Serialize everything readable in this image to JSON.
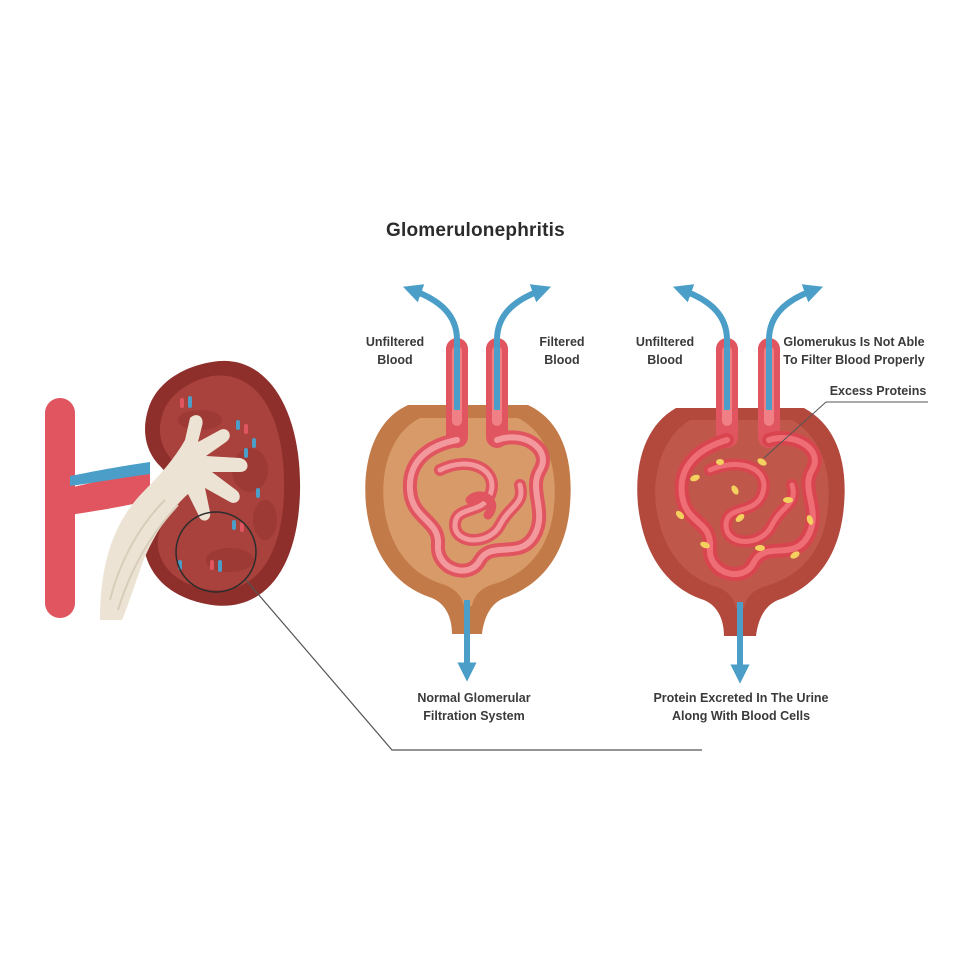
{
  "title": "Glomerulonephritis",
  "colors": {
    "artery": "#e0555f",
    "vessel_pink": "#f07f86",
    "vessel_dark": "#d9454f",
    "arrow_blue": "#4a9ec7",
    "kidney_outer": "#8e2f2c",
    "kidney_inner": "#a9413c",
    "pelvis": "#ece3d4",
    "capsule_normal": "#c17a48",
    "capsule_normal_inner": "#d99a6a",
    "capsule_diseased": "#b3493d",
    "protein_yellow": "#f4d15e",
    "text": "#3a3a3a"
  },
  "normal": {
    "left_label": [
      "Unfiltered",
      "Blood"
    ],
    "right_label": [
      "Filtered",
      "Blood"
    ],
    "bottom_label": [
      "Normal Glomerular",
      "Filtration System"
    ]
  },
  "diseased": {
    "left_label": [
      "Unfiltered",
      "Blood"
    ],
    "right_label": [
      "Glomerukus Is Not Able",
      "To Filter Blood Properly"
    ],
    "callout_label": "Excess Proteins",
    "bottom_label": [
      "Protein  Excreted In The Urine",
      "Along With Blood Cells"
    ]
  }
}
